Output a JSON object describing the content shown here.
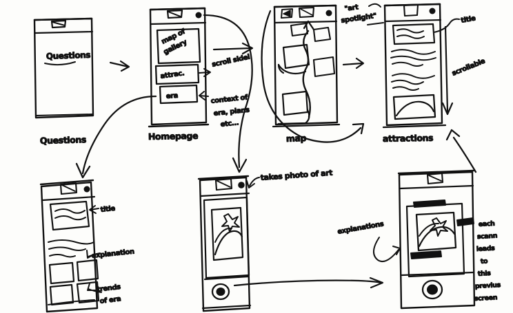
{
  "meta": {
    "kind": "hand-drawn-wireframe-sketch",
    "subject": "museum / art gallery mobile app user flow",
    "ink_color": "#111111",
    "paper_color": "#fdfdfb"
  },
  "screens": [
    {
      "id": "questions",
      "caption": "Questions",
      "title_text": "Questions",
      "notes": []
    },
    {
      "id": "homepage",
      "caption": "Homepage",
      "tiles": [
        {
          "label": "map of gallery"
        },
        {
          "label": "attrac."
        },
        {
          "label": "era"
        }
      ],
      "notes": [
        {
          "text": "scroll sidel",
          "target": "attrac."
        },
        {
          "text": "context of\nera, plans\netc...",
          "target": "era"
        }
      ]
    },
    {
      "id": "map",
      "caption": "map",
      "notes": []
    },
    {
      "id": "attractions",
      "caption": "attractions",
      "notes": [
        {
          "text": "\"art\nspotlight\""
        },
        {
          "text": "title"
        },
        {
          "text": "scrollable"
        }
      ]
    },
    {
      "id": "era-detail",
      "caption": "",
      "notes": [
        {
          "text": "title"
        },
        {
          "text": "explanation"
        },
        {
          "text": "trends\nof era"
        }
      ]
    },
    {
      "id": "camera",
      "caption": "",
      "notes": [
        {
          "text": "takes photo of art"
        }
      ]
    },
    {
      "id": "scan-result",
      "caption": "",
      "notes": [
        {
          "text": "explanations"
        },
        {
          "text": "each\nscann\nleads\nto\nthis\nprevius\nscreen"
        }
      ]
    }
  ],
  "annotations": {
    "scroll_side": "scroll sidel",
    "context_era": "context of",
    "context_era_2": "era, plans",
    "context_era_3": "etc...",
    "art_spotlight_1": "\"art",
    "art_spotlight_2": "spotlight\"",
    "title_right": "title",
    "scrollable": "scrollable",
    "title_left": "title",
    "explanation": "explanation",
    "trends_1": "trends",
    "trends_2": "of era",
    "takes_photo": "takes photo of art",
    "explanations": "explanations",
    "each_scan_1": "each",
    "each_scan_2": "scann",
    "each_scan_3": "leads",
    "each_scan_4": "to",
    "each_scan_5": "this",
    "each_scan_6": "previus",
    "each_scan_7": "screen"
  },
  "captions": {
    "questions": "Questions",
    "homepage": "Homepage",
    "map": "map",
    "attractions": "attractions"
  },
  "screen_labels": {
    "questions_title": "Questions",
    "map_of_gallery": "map of\ngallery",
    "map_of_gallery_1": "map of",
    "map_of_gallery_2": "gallery",
    "attrac": "attrac.",
    "era": "era"
  }
}
